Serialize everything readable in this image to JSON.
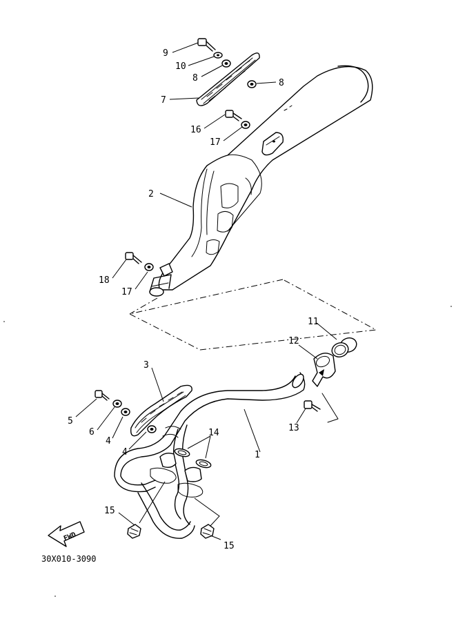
{
  "diagram": {
    "code": "30X010-3090",
    "fwd_label": "FWD",
    "part_numbers": {
      "p1": "1",
      "p2": "2",
      "p3": "3",
      "p4a": "4",
      "p4b": "4",
      "p5": "5",
      "p6": "6",
      "p7": "7",
      "p8a": "8",
      "p8b": "8",
      "p9": "9",
      "p10": "10",
      "p11": "11",
      "p12": "12",
      "p13": "13",
      "p14": "14",
      "p15a": "15",
      "p15b": "15",
      "p16": "16",
      "p17a": "17",
      "p17b": "17",
      "p18": "18"
    }
  }
}
